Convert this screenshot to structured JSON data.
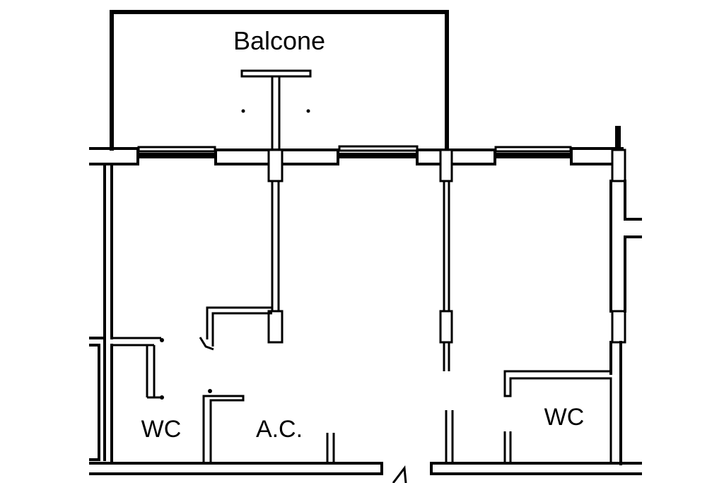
{
  "plan": {
    "rooms": {
      "balcony": "Balcone",
      "wc_left": "WC",
      "ac": "A.C.",
      "wc_right": "WC"
    }
  }
}
